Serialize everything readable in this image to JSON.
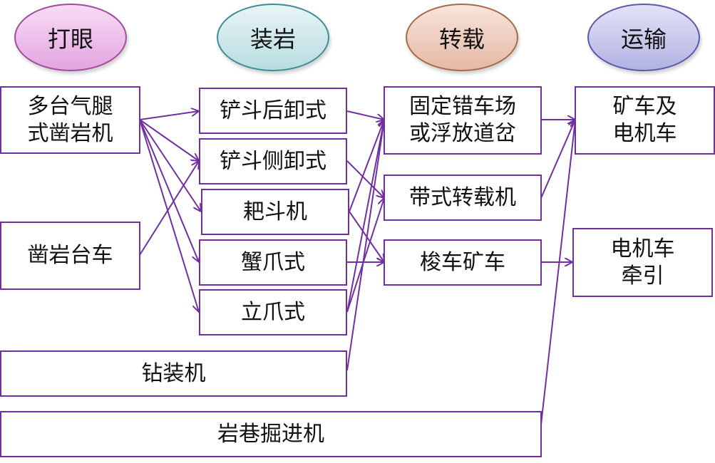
{
  "diagram": {
    "stages": [
      {
        "id": "drill",
        "label": "打眼"
      },
      {
        "id": "load",
        "label": "装岩"
      },
      {
        "id": "transfer",
        "label": "转载"
      },
      {
        "id": "haul",
        "label": "运输"
      }
    ],
    "nodes": {
      "multi_jackleg": {
        "line1": "多台气腿",
        "line2": "式凿岩机"
      },
      "drill_jumbo": {
        "label": "凿岩台车"
      },
      "rear_dump_shovel": {
        "label": "铲斗后卸式"
      },
      "side_dump_shovel": {
        "label": "铲斗侧卸式"
      },
      "scraper": {
        "label": "耙斗机"
      },
      "crab_claw": {
        "label": "蟹爪式"
      },
      "vertical_claw": {
        "label": "立爪式"
      },
      "drill_loader": {
        "label": "钻装机"
      },
      "tunnel_boring": {
        "label": "岩巷掘进机"
      },
      "switch_yard": {
        "line1": "固定错车场",
        "line2": "或浮放道岔"
      },
      "belt_transfer": {
        "label": "带式转载机"
      },
      "shuttle_car": {
        "label": "梭车矿车"
      },
      "mine_car_loco": {
        "line1": "矿车及",
        "line2": "电机车"
      },
      "loco_traction": {
        "line1": "电机车",
        "line2": "牵引"
      }
    },
    "edges": [
      [
        "multi_jackleg",
        "rear_dump_shovel"
      ],
      [
        "multi_jackleg",
        "side_dump_shovel"
      ],
      [
        "multi_jackleg",
        "scraper"
      ],
      [
        "multi_jackleg",
        "crab_claw"
      ],
      [
        "multi_jackleg",
        "vertical_claw"
      ],
      [
        "drill_jumbo",
        "side_dump_shovel"
      ],
      [
        "rear_dump_shovel",
        "switch_yard"
      ],
      [
        "side_dump_shovel",
        "belt_transfer"
      ],
      [
        "scraper",
        "switch_yard"
      ],
      [
        "scraper",
        "shuttle_car"
      ],
      [
        "crab_claw",
        "shuttle_car"
      ],
      [
        "vertical_claw",
        "switch_yard"
      ],
      [
        "vertical_claw",
        "belt_transfer"
      ],
      [
        "drill_loader",
        "switch_yard"
      ],
      [
        "switch_yard",
        "mine_car_loco"
      ],
      [
        "belt_transfer",
        "mine_car_loco"
      ],
      [
        "shuttle_car",
        "loco_traction"
      ],
      [
        "tunnel_boring",
        "mine_car_loco"
      ]
    ]
  },
  "colors": {
    "line": "#7030a0"
  }
}
